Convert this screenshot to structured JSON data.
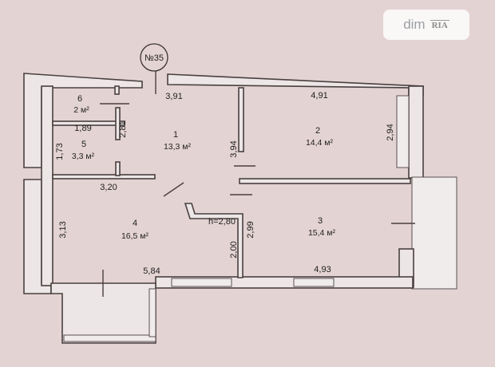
{
  "watermark": {
    "brand": "dim",
    "sub": "RIA"
  },
  "apartment_number": "№35",
  "rooms": [
    {
      "number": "1",
      "area": "13,3 м²"
    },
    {
      "number": "2",
      "area": "14,4 м²"
    },
    {
      "number": "3",
      "area": "15,4 м²"
    },
    {
      "number": "4",
      "area": "16,5 м²"
    },
    {
      "number": "5",
      "area": "3,3 м²"
    },
    {
      "number": "6",
      "area": "2 м²"
    }
  ],
  "dimensions": {
    "d391": "3,91",
    "d491": "4,91",
    "d294": "2,94",
    "d394": "3,94",
    "d189": "1,89",
    "d281": "2,81",
    "d173": "1,73",
    "d320": "3,20",
    "d313": "3,13",
    "d299": "2,99",
    "d200": "2,00",
    "d584": "5,84",
    "d493": "4,93"
  },
  "ceiling_height": "h=2,80"
}
